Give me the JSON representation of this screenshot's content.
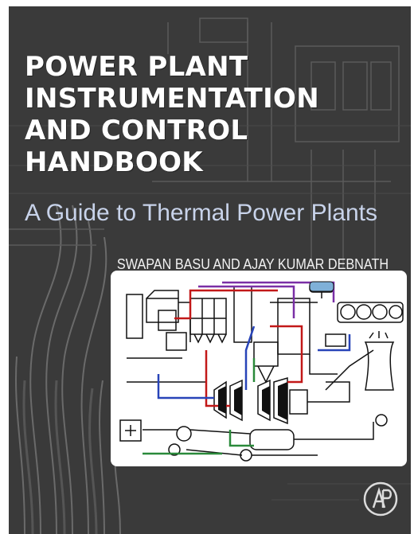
{
  "cover": {
    "title_lines": [
      "Power Plant",
      "Instrumentation",
      "and Control",
      "Handbook"
    ],
    "subtitle": "A Guide to Thermal Power Plants",
    "authors": "SWAPAN BASU AND AJAY KUMAR DEBNATH",
    "publisher_logo": "AP",
    "colors": {
      "background": "#3a3a3a",
      "title": "#ffffff",
      "subtitle": "#c8d3ea",
      "diagram_background": "#ffffff"
    }
  }
}
